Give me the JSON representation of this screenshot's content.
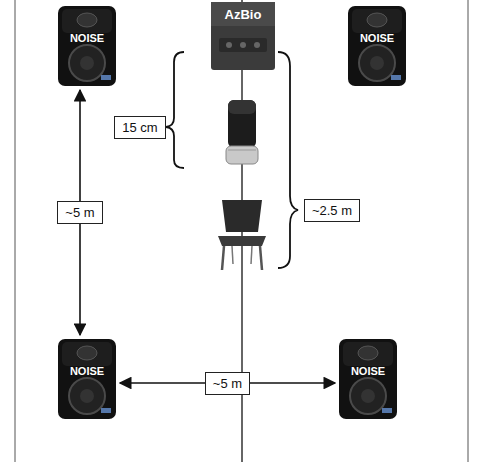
{
  "diagram": {
    "nodes": [
      {
        "text": [
          "NOISE"
        ]
      },
      {
        "text": [
          "AzBio"
        ]
      },
      {
        "text": [
          "NOISE"
        ]
      },
      {
        "text": [
          "NOISE"
        ]
      },
      {
        "text": [
          "NOISE"
        ]
      }
    ],
    "edges": [
      {
        "from": 0,
        "to": 3,
        "arrow": "both",
        "label": "~5 m"
      },
      {
        "from": 3,
        "to": 4,
        "arrow": "both",
        "label": "~5 m"
      }
    ],
    "labels": [
      "15 cm",
      "~2.5 m"
    ]
  }
}
